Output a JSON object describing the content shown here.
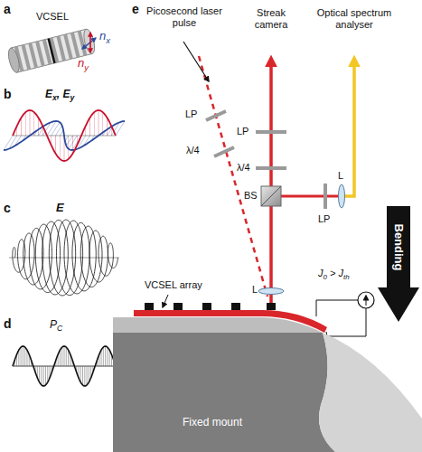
{
  "diagram": {
    "nodes": [
      {
        "text": [
          "Bending"
        ]
      },
      {
        "text": [
          "Fixed mount"
        ]
      }
    ],
    "labels": [
      "a",
      "VCSEL",
      "nx",
      "ny",
      "b",
      "Ex, Ey",
      "c",
      "E",
      "d",
      "PC",
      "e",
      "Picosecond laser pulse",
      "Streak camera",
      "Optical spectrum analyser",
      "LP",
      "λ/4",
      "LP",
      "λ/4",
      "BS",
      "LP",
      "L",
      "L",
      "VCSEL array",
      "J0 > Jth"
    ]
  }
}
